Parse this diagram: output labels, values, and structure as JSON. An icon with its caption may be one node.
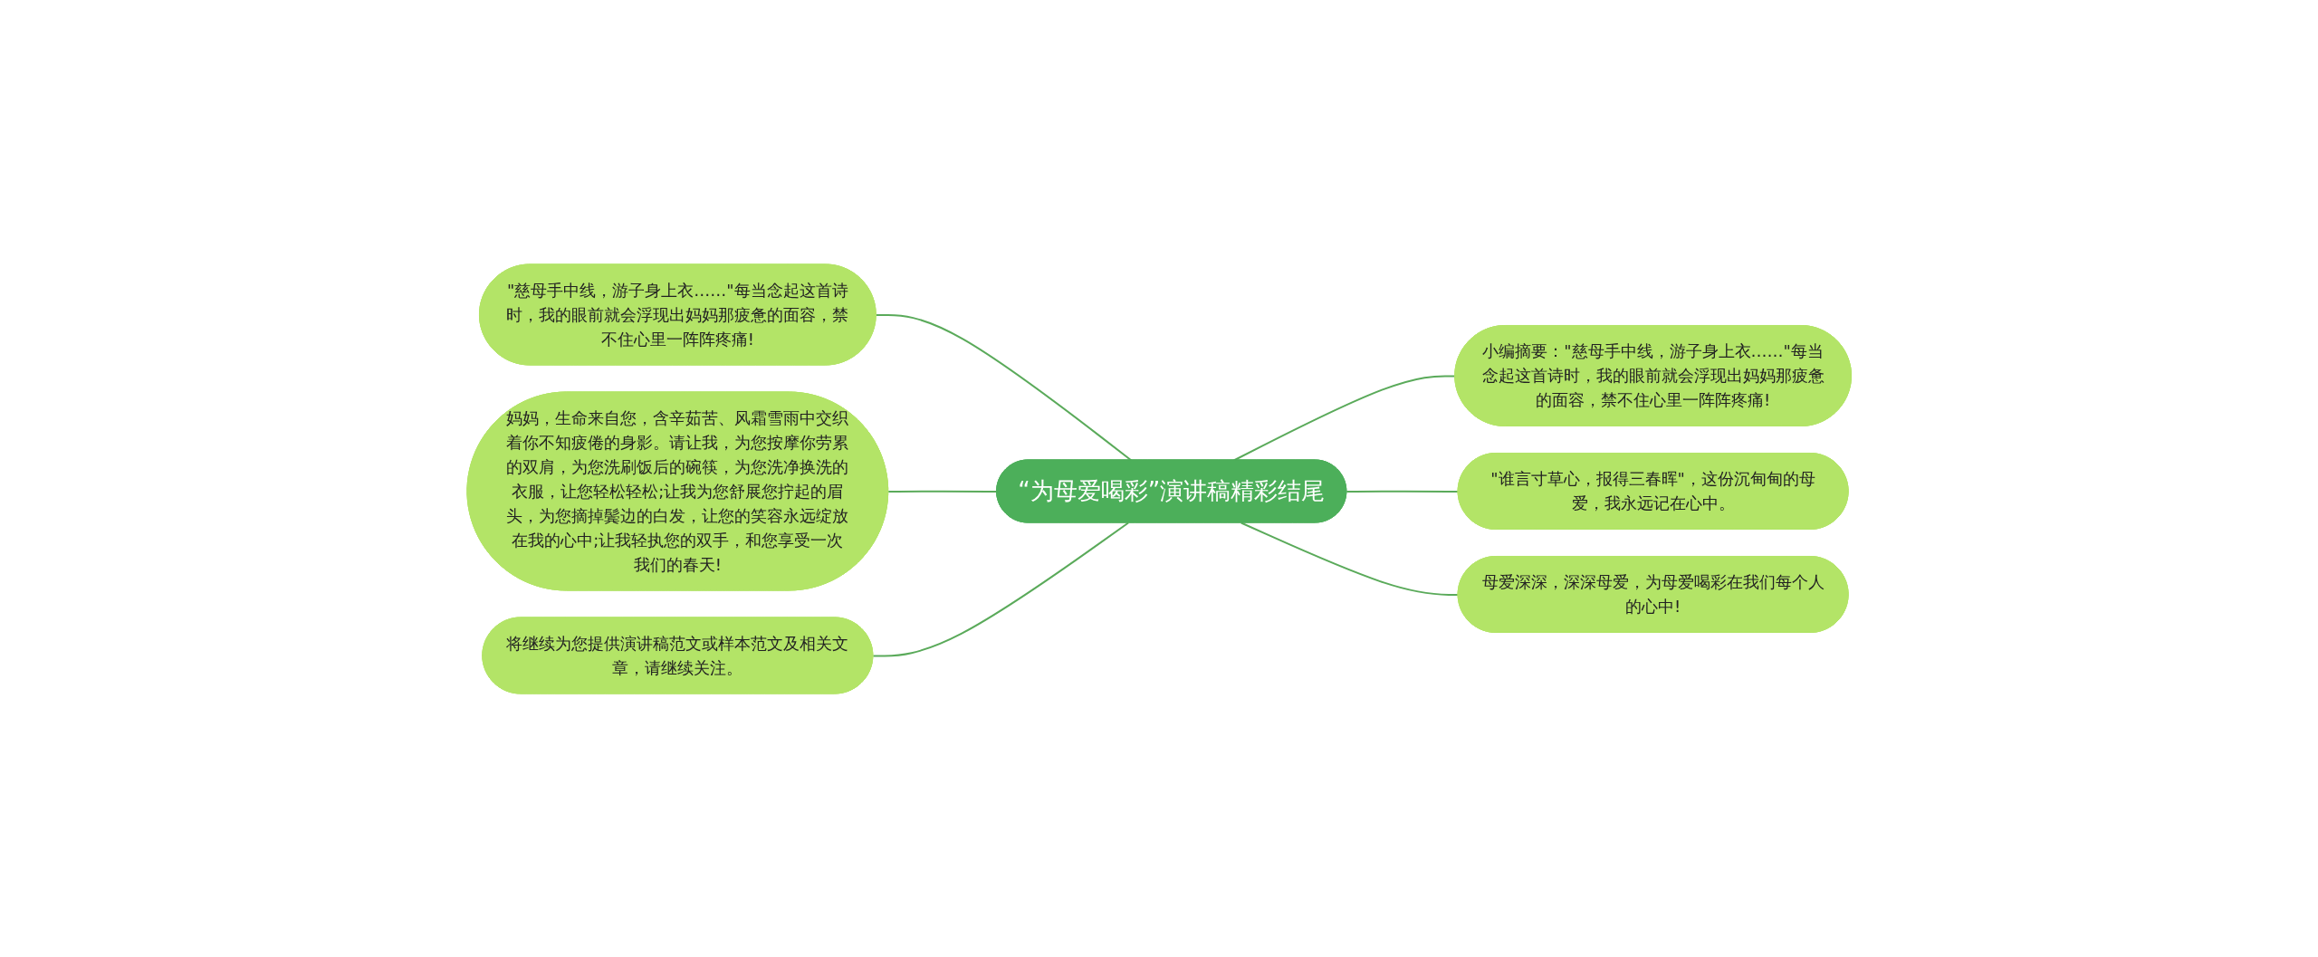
{
  "diagram": {
    "nodes": [
      {
        "text": [
          "“为母爱喝彩”演讲稿精彩结尾"
        ]
      },
      {
        "text": [
          "\"慈母手中线，游子身上衣……\"每当念起这首诗时，我的眼前就会浮现出妈妈那疲惫的面容，禁不住心里一阵阵疼痛!"
        ]
      },
      {
        "text": [
          "妈妈，生命来自您，含辛茹苦、风霜雪雨中交织着你不知疲倦的身影。请让我，为您按摩你劳累的双肩，为您洗刷饭后的碗筷，为您洗净换洗的衣服，让您轻松轻松;让我为您舒展您拧起的眉头，为您摘掉鬓边的白发，让您的笑容永远绽放在我的心中;让我轻执您的双手，和您享受一次我们的春天!"
        ]
      },
      {
        "text": [
          "将继续为您提供演讲稿范文或样本范文及相关文章，请继续关注。"
        ]
      },
      {
        "text": [
          "小编摘要：\"慈母手中线，游子身上衣……\"每当念起这首诗时，我的眼前就会浮现出妈妈那疲惫的面容，禁不住心里一阵阵疼痛!"
        ]
      },
      {
        "text": [
          "\"谁言寸草心，报得三春晖\"，这份沉甸甸的母爱，我永远记在心中。"
        ]
      },
      {
        "text": [
          "母爱深深，深深母爱，为母爱喝彩在我们每个人的心中!"
        ]
      }
    ],
    "edges": [
      {
        "from": 1,
        "to": 0,
        "arrow": "none"
      },
      {
        "from": 2,
        "to": 0,
        "arrow": "none"
      },
      {
        "from": 3,
        "to": 0,
        "arrow": "none"
      },
      {
        "from": 0,
        "to": 4,
        "arrow": "none"
      },
      {
        "from": 0,
        "to": 5,
        "arrow": "none"
      },
      {
        "from": 0,
        "to": 6,
        "arrow": "none"
      }
    ]
  }
}
